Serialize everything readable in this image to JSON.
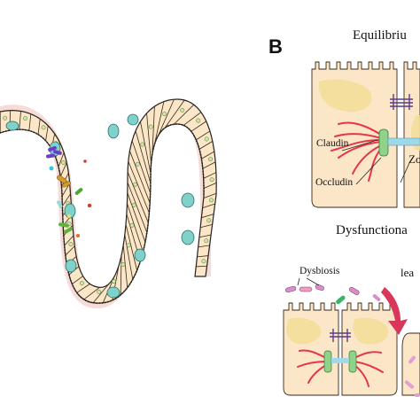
{
  "panel_b": {
    "letter": "B",
    "equilibrium_title": "Equilibriu",
    "dysfunctional_title": "Dysfunctiona",
    "claudin_label": "Claudin",
    "occludin_label": "Occludin",
    "zo_label": "Zo",
    "dysbiosis_label": "Dysbiosis",
    "leak_label": "lea"
  },
  "colors": {
    "epithelial_cell": "#fbe6c8",
    "cell_outline": "#3a2a1a",
    "villus_outline": "#222222",
    "mucosa_halo": "#f4d2cc",
    "nucleus_yellow": "#f3de9a",
    "claudin": "#e8344a",
    "tight_junction_green": "#8fd28a",
    "zo_cyan": "#9fd8e8",
    "desmosome_purple": "#5a3c8c",
    "goblet_teal": "#7fd1c9",
    "leak_arrow": "#d8365a"
  },
  "icons": [
    "bacteria-icon",
    "leak-arrow-icon",
    "desmosome-icon"
  ]
}
